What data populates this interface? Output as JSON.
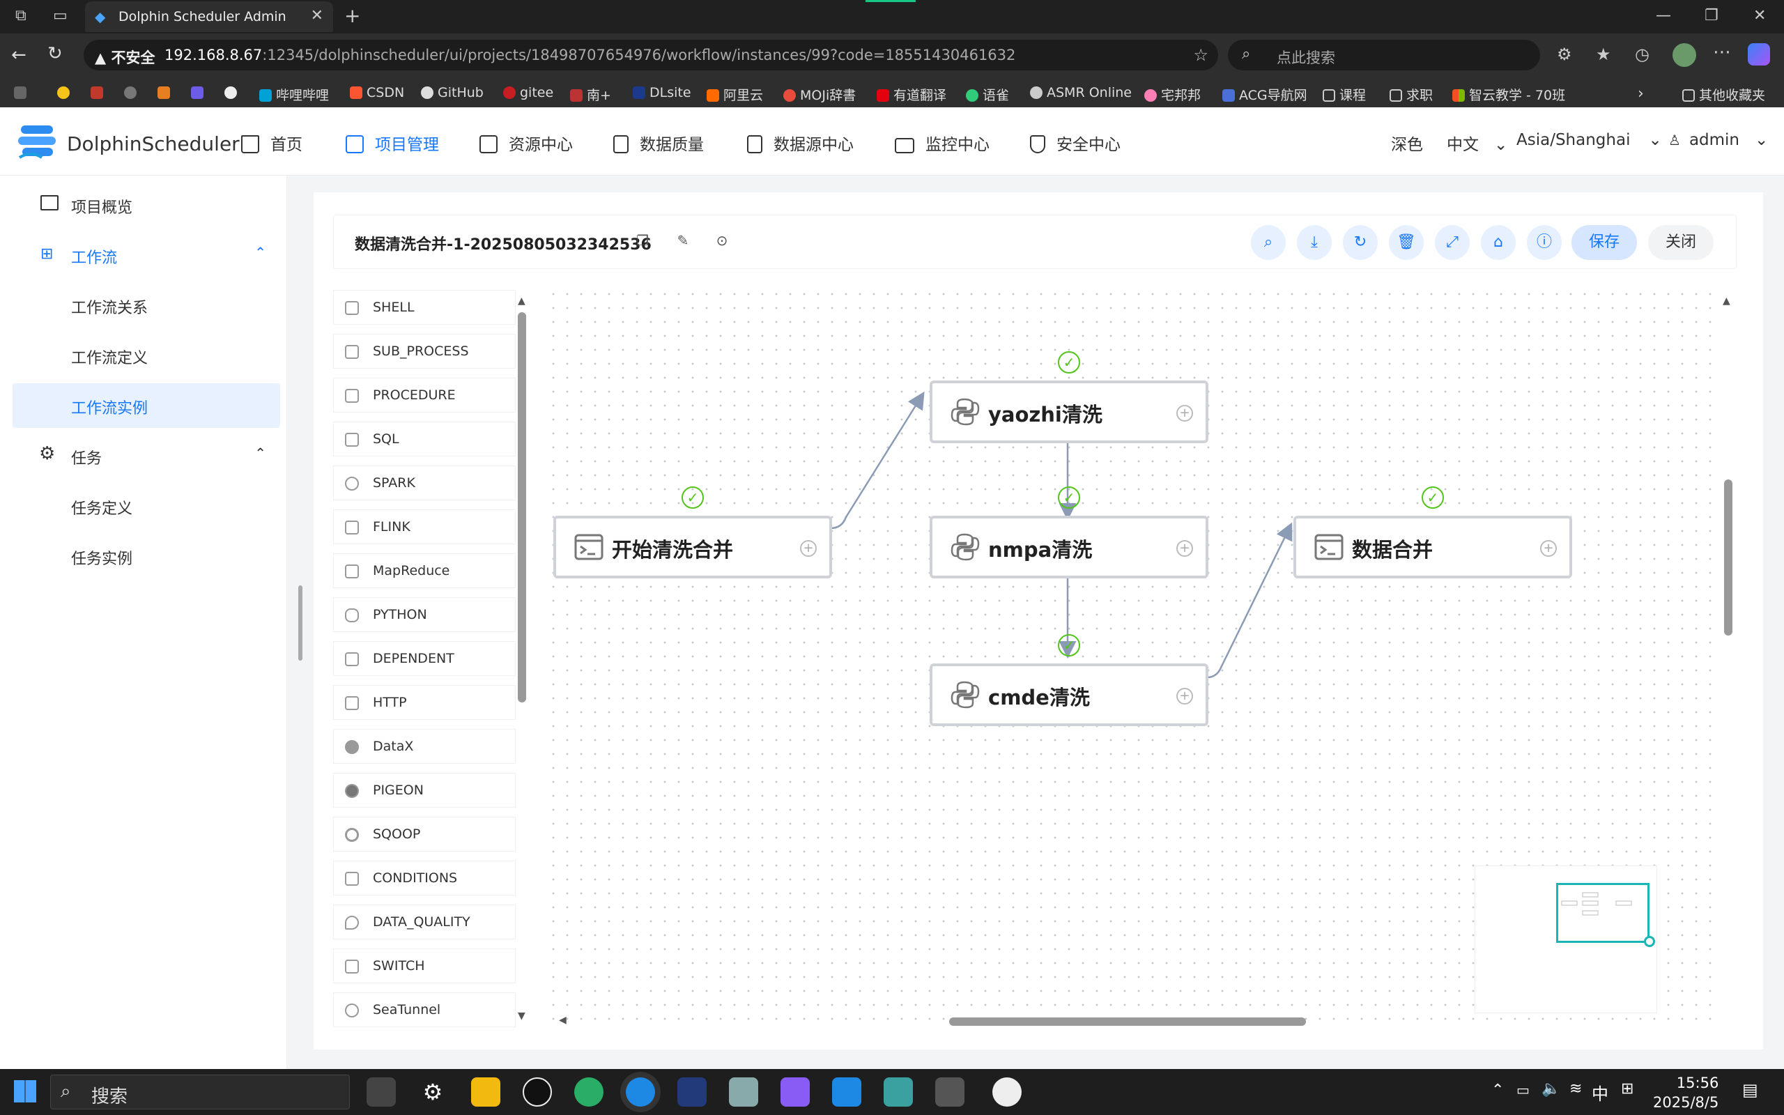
{
  "browser": {
    "tab_title": "Dolphin Scheduler Admin",
    "security_label": "不安全",
    "url_host": "192.168.8.67",
    "url_rest": ":12345/dolphinscheduler/ui/projects/18498707654976/workflow/instances/99?code=18551430461632",
    "search_placeholder": "点此搜索",
    "bookmarks": [
      "哔哩哔哩",
      "CSDN",
      "GitHub",
      "gitee",
      "南+",
      "DLsite",
      "阿里云",
      "MOJi辞書",
      "有道翻译",
      "语雀",
      "ASMR Online",
      "宅邦邦",
      "ACG导航网",
      "课程",
      "求职",
      "智云教学 - 70班",
      "其他收藏夹"
    ]
  },
  "header": {
    "brand": "DolphinScheduler",
    "nav": [
      "首页",
      "项目管理",
      "资源中心",
      "数据质量",
      "数据源中心",
      "监控中心",
      "安全中心"
    ],
    "theme": "深色",
    "language": "中文",
    "timezone": "Asia/Shanghai",
    "user": "admin"
  },
  "sidebar": {
    "overview": "项目概览",
    "workflow": "工作流",
    "workflow_items": [
      "工作流关系",
      "工作流定义",
      "工作流实例"
    ],
    "task": "任务",
    "task_items": [
      "任务定义",
      "任务实例"
    ]
  },
  "workflow": {
    "title": "数据清洗合并-1-20250805032342536",
    "save_label": "保存",
    "close_label": "关闭"
  },
  "toolbox": [
    "SHELL",
    "SUB_PROCESS",
    "PROCEDURE",
    "SQL",
    "SPARK",
    "FLINK",
    "MapReduce",
    "PYTHON",
    "DEPENDENT",
    "HTTP",
    "DataX",
    "PIGEON",
    "SQOOP",
    "CONDITIONS",
    "DATA_QUALITY",
    "SWITCH",
    "SeaTunnel"
  ],
  "dag": {
    "nodes": [
      {
        "label": "开始清洗合并",
        "type": "shell"
      },
      {
        "label": "yaozhi清洗",
        "type": "python"
      },
      {
        "label": "nmpa清洗",
        "type": "python"
      },
      {
        "label": "cmde清洗",
        "type": "python"
      },
      {
        "label": "数据合并",
        "type": "shell"
      }
    ],
    "status_color": "#52c41a"
  },
  "taskbar": {
    "search": "搜索",
    "ime": "中",
    "time": "15:56",
    "date": "2025/8/5"
  },
  "colors": {
    "accent": "#1677ff",
    "success": "#52c41a"
  }
}
